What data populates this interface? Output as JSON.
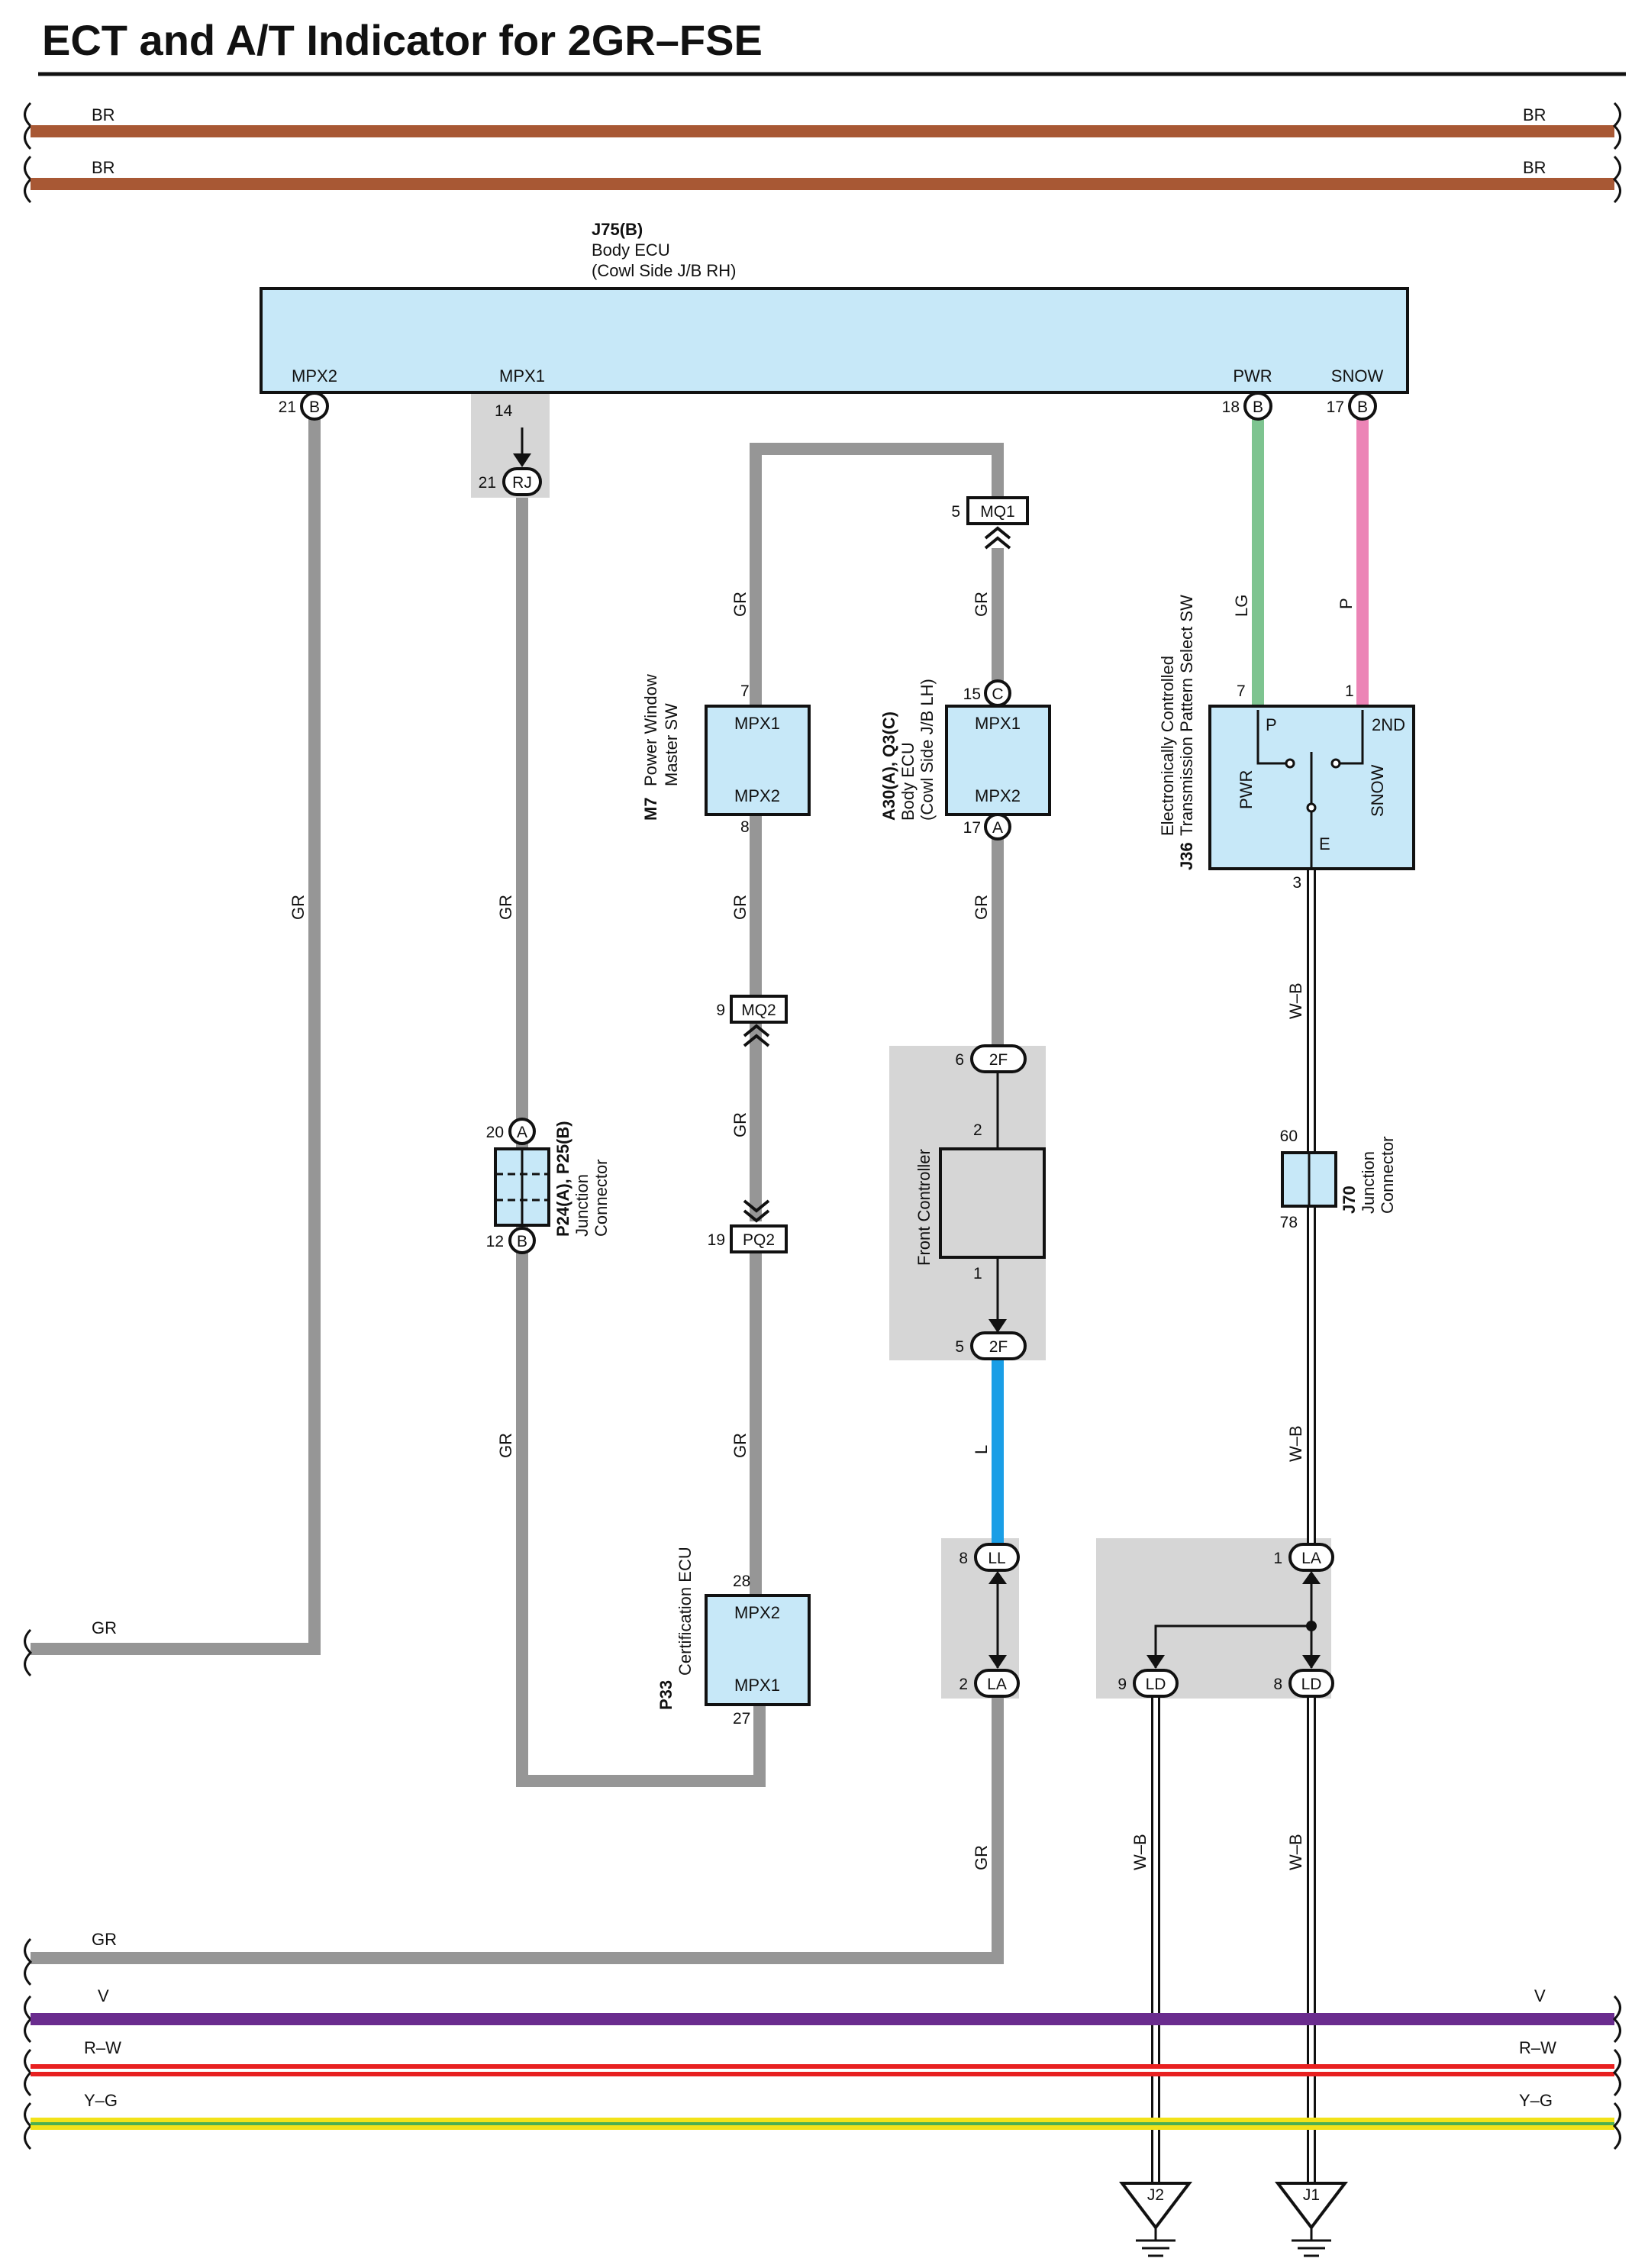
{
  "title": "ECT and A/T Indicator for 2GR–FSE",
  "colors": {
    "BR": "#a85834",
    "GR": "#969696",
    "LG": "#7ec490",
    "P": "#ec84b6",
    "L": "#1a9ee6",
    "V": "#6a2c8e",
    "R": "#e82020",
    "G": "#4caf50",
    "Y": "#f2e21a",
    "component_fill": "#c7e8f8",
    "shade": "#d6d6d6"
  },
  "top_bus": {
    "left_labels": [
      "BR",
      "BR"
    ],
    "right_labels": [
      "BR",
      "BR"
    ]
  },
  "bottom_bus": {
    "gr_left_1": "GR",
    "gr_left_2": "GR",
    "left_labels": [
      "V",
      "R–W",
      "Y–G"
    ],
    "right_labels": [
      "V",
      "R–W",
      "Y–G"
    ]
  },
  "body_ecu": {
    "id": "J75(B)",
    "name": "Body ECU",
    "location": "(Cowl Side J/B RH)",
    "pins": {
      "mpx2": "MPX2",
      "mpx1": "MPX1",
      "pwr": "PWR",
      "snow": "SNOW"
    },
    "pin_nums": {
      "mpx2": "21",
      "mpx1": "14",
      "pwr": "18",
      "snow": "17"
    },
    "conn": "B"
  },
  "rj": {
    "label": "RJ",
    "num": "21"
  },
  "mq1": {
    "label": "MQ1",
    "num": "5"
  },
  "mq2": {
    "label": "MQ2",
    "num": "9"
  },
  "pq2": {
    "label": "PQ2",
    "num": "19"
  },
  "m7": {
    "id": "M7",
    "name1": "Power Window",
    "name2": "Master SW",
    "pin1": "MPX1",
    "pin2": "MPX2",
    "n_top": "7",
    "n_bot": "8"
  },
  "a30": {
    "id": "A30(A), Q3(C)",
    "name1": "Body ECU",
    "name2": "(Cowl Side J/B LH)",
    "pin1": "MPX1",
    "pin2": "MPX2",
    "n_top": "15",
    "c_top": "C",
    "n_bot": "17",
    "c_bot": "A"
  },
  "j36": {
    "id": "J36",
    "name1": "Electronically Controlled",
    "name2": "Transmission Pattern Select SW",
    "p": "P",
    "nd": "2ND",
    "pwr": "PWR",
    "snow": "SNOW",
    "e": "E",
    "n7": "7",
    "n1": "1",
    "n3": "3"
  },
  "p24": {
    "id": "P24(A), P25(B)",
    "name1": "Junction",
    "name2": "Connector",
    "n20": "20",
    "c20": "A",
    "n12": "12",
    "c12": "B"
  },
  "front_ctrl": {
    "name": "Front Controller",
    "conn": "2F",
    "n6": "6",
    "n5": "5",
    "n2": "2",
    "n1": "1"
  },
  "j70": {
    "id": "J70",
    "name1": "Junction",
    "name2": "Connector",
    "n60": "60",
    "n78": "78"
  },
  "p33": {
    "id": "P33",
    "name": "Certification ECU",
    "pin1": "MPX2",
    "pin2": "MPX1",
    "n28": "28",
    "n27": "27"
  },
  "ll": {
    "label": "LL",
    "num": "8"
  },
  "la_left": {
    "label": "LA",
    "num": "2"
  },
  "la_right": {
    "label": "LA",
    "num": "1"
  },
  "ld9": {
    "label": "LD",
    "num": "9"
  },
  "ld8": {
    "label": "LD",
    "num": "8"
  },
  "grounds": {
    "j2": "J2",
    "j1": "J1"
  },
  "wire_labels": {
    "gr": "GR",
    "lg": "LG",
    "p": "P",
    "l": "L",
    "wb": "W–B"
  }
}
